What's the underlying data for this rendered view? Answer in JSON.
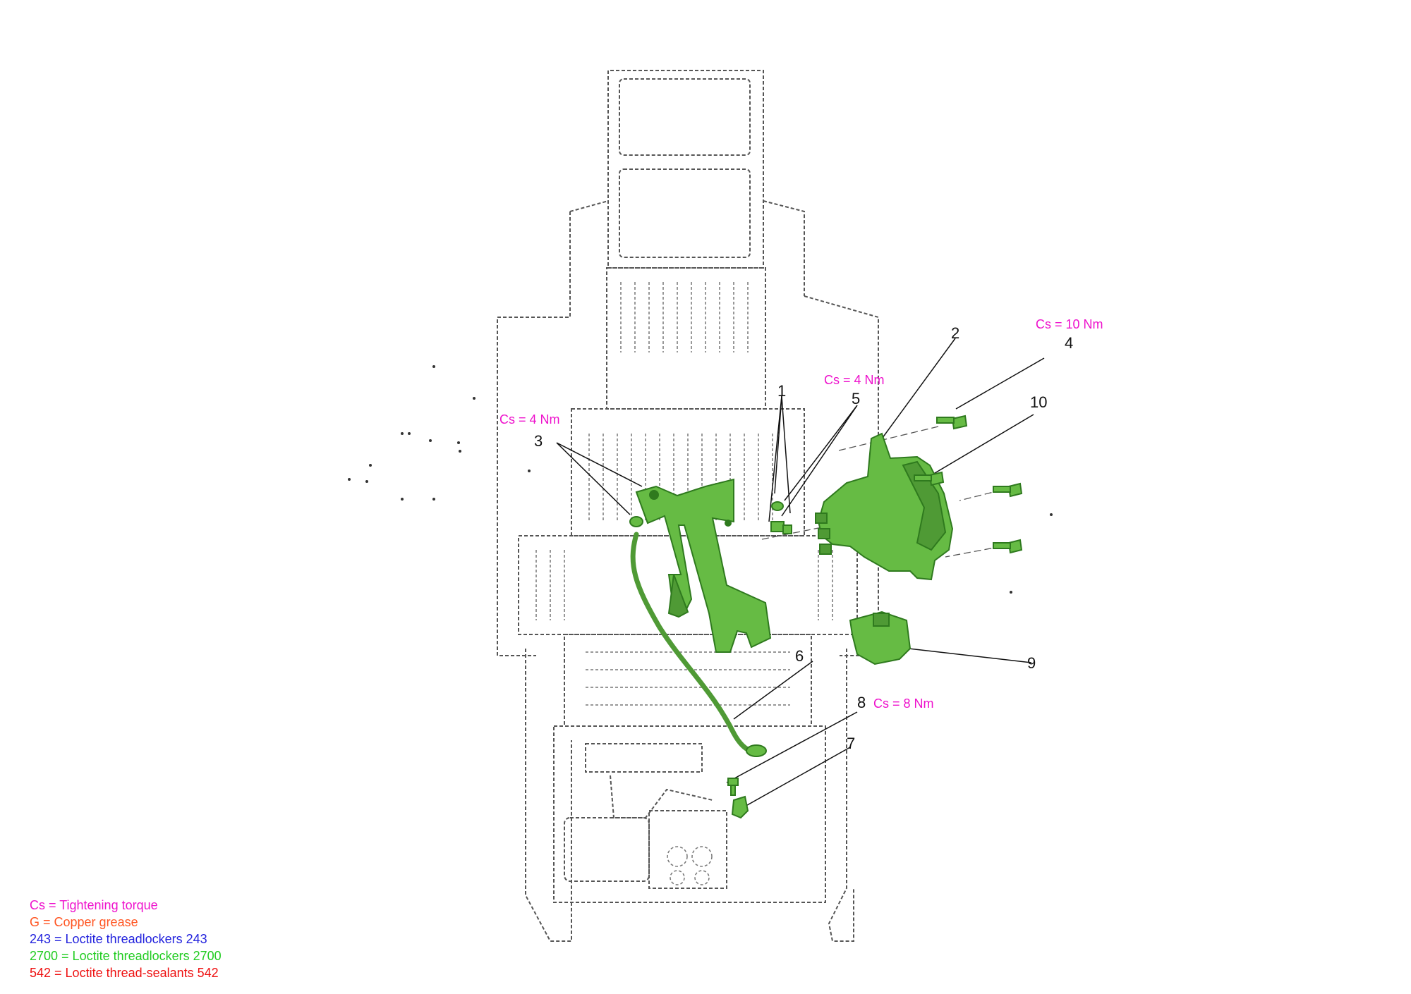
{
  "callouts": {
    "n1": "1",
    "n2": "2",
    "n3": "3",
    "n4": "4",
    "n5": "5",
    "n6": "6",
    "n7": "7",
    "n8": "8",
    "n9": "9",
    "n10": "10"
  },
  "torques": {
    "t10": "Cs = 10 Nm",
    "t4_right": "Cs = 4 Nm",
    "t4_left": "Cs = 4 Nm",
    "t8": "Cs = 8 Nm"
  },
  "legend": {
    "cs": {
      "text": "Cs = Tightening torque",
      "color": "#ee11cc"
    },
    "g": {
      "text": "G = Copper grease",
      "color": "#ff5522"
    },
    "l243": {
      "text": "243 =  Loctite threadlockers 243",
      "color": "#2222dd"
    },
    "l2700": {
      "text": "2700 = Loctite threadlockers 2700",
      "color": "#22cc22"
    },
    "l542": {
      "text": "542 = Loctite thread-sealants 542",
      "color": "#ee1111"
    }
  },
  "colors": {
    "highlight_part": "#66bb44",
    "frame_outline": "#555555"
  }
}
